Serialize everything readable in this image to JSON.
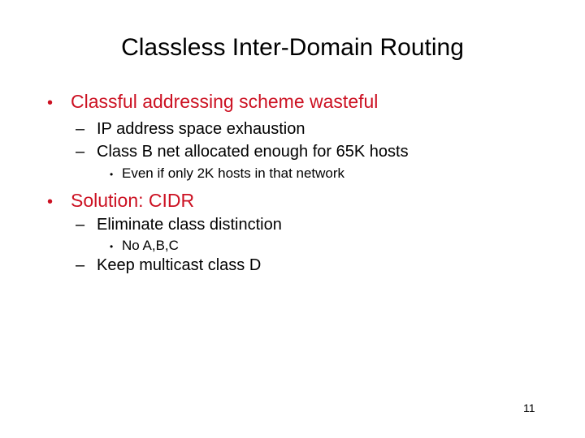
{
  "slide": {
    "title": "Classless Inter-Domain Routing",
    "bullets": [
      {
        "level": 1,
        "text": "Classful addressing scheme wasteful"
      },
      {
        "level": 2,
        "text": "IP address space exhaustion"
      },
      {
        "level": 2,
        "text": "Class B net allocated enough for 65K hosts"
      },
      {
        "level": 3,
        "text": "Even if only 2K hosts in that network"
      },
      {
        "level": 1,
        "text": "Solution: CIDR"
      },
      {
        "level": 2,
        "text": "Eliminate class distinction"
      },
      {
        "level": 3,
        "text": "No A,B,C"
      },
      {
        "level": 2,
        "text": "Keep multicast class D"
      }
    ],
    "page_number": "11"
  },
  "markers": {
    "level1": "•",
    "level2": "–",
    "level3": "•"
  },
  "colors": {
    "background": "#ffffff",
    "text": "#000000",
    "accent_red": "#cc1122"
  }
}
